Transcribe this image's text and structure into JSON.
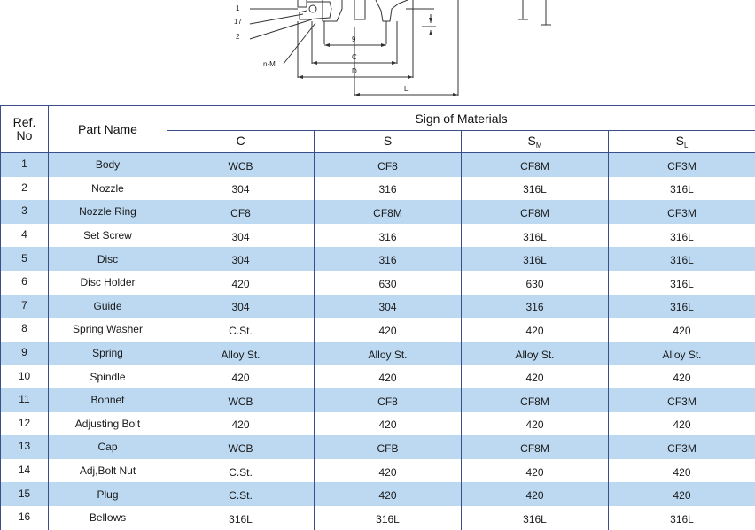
{
  "drawing": {
    "callouts": [
      "1",
      "17",
      "2",
      "n-M"
    ],
    "dimensions": [
      "9",
      "C",
      "D",
      "L"
    ]
  },
  "table": {
    "headers": {
      "ref_no": [
        "Ref.",
        "No"
      ],
      "part_name": "Part Name",
      "materials_group": "Sign of Materials",
      "columns": [
        {
          "main": "C",
          "sub": ""
        },
        {
          "main": "S",
          "sub": ""
        },
        {
          "main": "S",
          "sub": "M"
        },
        {
          "main": "S",
          "sub": "L"
        }
      ]
    },
    "rows": [
      {
        "ref": "1",
        "part": "Body",
        "c": "WCB",
        "s": "CF8",
        "sm": "CF8M",
        "sl": "CF3M"
      },
      {
        "ref": "2",
        "part": "Nozzle",
        "c": "304",
        "s": "316",
        "sm": "316L",
        "sl": "316L"
      },
      {
        "ref": "3",
        "part": "Nozzle Ring",
        "c": "CF8",
        "s": "CF8M",
        "sm": "CF8M",
        "sl": "CF3M"
      },
      {
        "ref": "4",
        "part": "Set Screw",
        "c": "304",
        "s": "316",
        "sm": "316L",
        "sl": "316L"
      },
      {
        "ref": "5",
        "part": "Disc",
        "c": "304",
        "s": "316",
        "sm": "316L",
        "sl": "316L"
      },
      {
        "ref": "6",
        "part": "Disc Holder",
        "c": "420",
        "s": "630",
        "sm": "630",
        "sl": "316L"
      },
      {
        "ref": "7",
        "part": "Guide",
        "c": "304",
        "s": "304",
        "sm": "316",
        "sl": "316L"
      },
      {
        "ref": "8",
        "part": "Spring Washer",
        "c": "C.St.",
        "s": "420",
        "sm": "420",
        "sl": "420"
      },
      {
        "ref": "9",
        "part": "Spring",
        "c": "Alloy St.",
        "s": "Alloy St.",
        "sm": "Alloy St.",
        "sl": "Alloy St."
      },
      {
        "ref": "10",
        "part": "Spindle",
        "c": "420",
        "s": "420",
        "sm": "420",
        "sl": "420"
      },
      {
        "ref": "11",
        "part": "Bonnet",
        "c": "WCB",
        "s": "CF8",
        "sm": "CF8M",
        "sl": "CF3M"
      },
      {
        "ref": "12",
        "part": "Adjusting Bolt",
        "c": "420",
        "s": "420",
        "sm": "420",
        "sl": "420"
      },
      {
        "ref": "13",
        "part": "Cap",
        "c": "WCB",
        "s": "CFB",
        "sm": "CF8M",
        "sl": "CF3M"
      },
      {
        "ref": "14",
        "part": "Adj,Bolt Nut",
        "c": "C.St.",
        "s": "420",
        "sm": "420",
        "sl": "420"
      },
      {
        "ref": "15",
        "part": "Plug",
        "c": "C.St.",
        "s": "420",
        "sm": "420",
        "sl": "420"
      },
      {
        "ref": "16",
        "part": "Bellows",
        "c": "316L",
        "s": "316L",
        "sm": "316L",
        "sl": "316L"
      }
    ]
  }
}
